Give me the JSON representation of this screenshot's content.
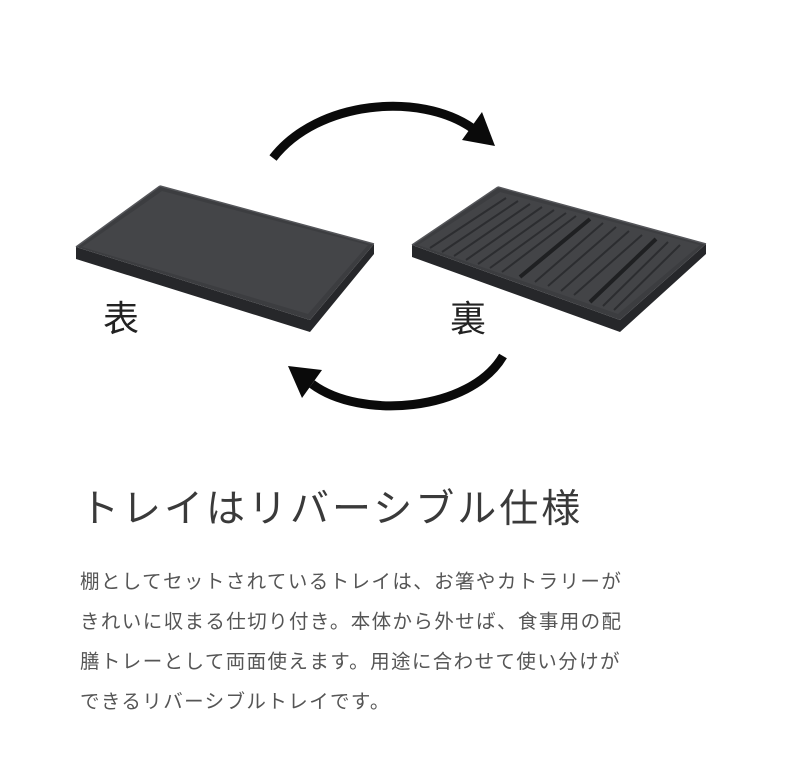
{
  "labels": {
    "front": "表",
    "back": "裏"
  },
  "headline": "トレイはリバーシブル仕様",
  "description_lines": [
    "棚としてセットされているトレイは、お箸やカトラリーが",
    "きれいに収まる仕切り付き。本体から外せば、食事用の配",
    "膳トレーとして両面使えます。用途に合わせて使い分けが",
    "できるリバーシブルトレイです。"
  ],
  "colors": {
    "background": "#ffffff",
    "tray": "#3c3d40",
    "tray_edge": "#26272a",
    "arrow": "#0a0a0a",
    "headline_text": "#3a3a3a",
    "body_text": "#555555"
  },
  "icons": {
    "top_arrow": "curved-arrow-right-icon",
    "bottom_arrow": "curved-arrow-left-icon"
  }
}
